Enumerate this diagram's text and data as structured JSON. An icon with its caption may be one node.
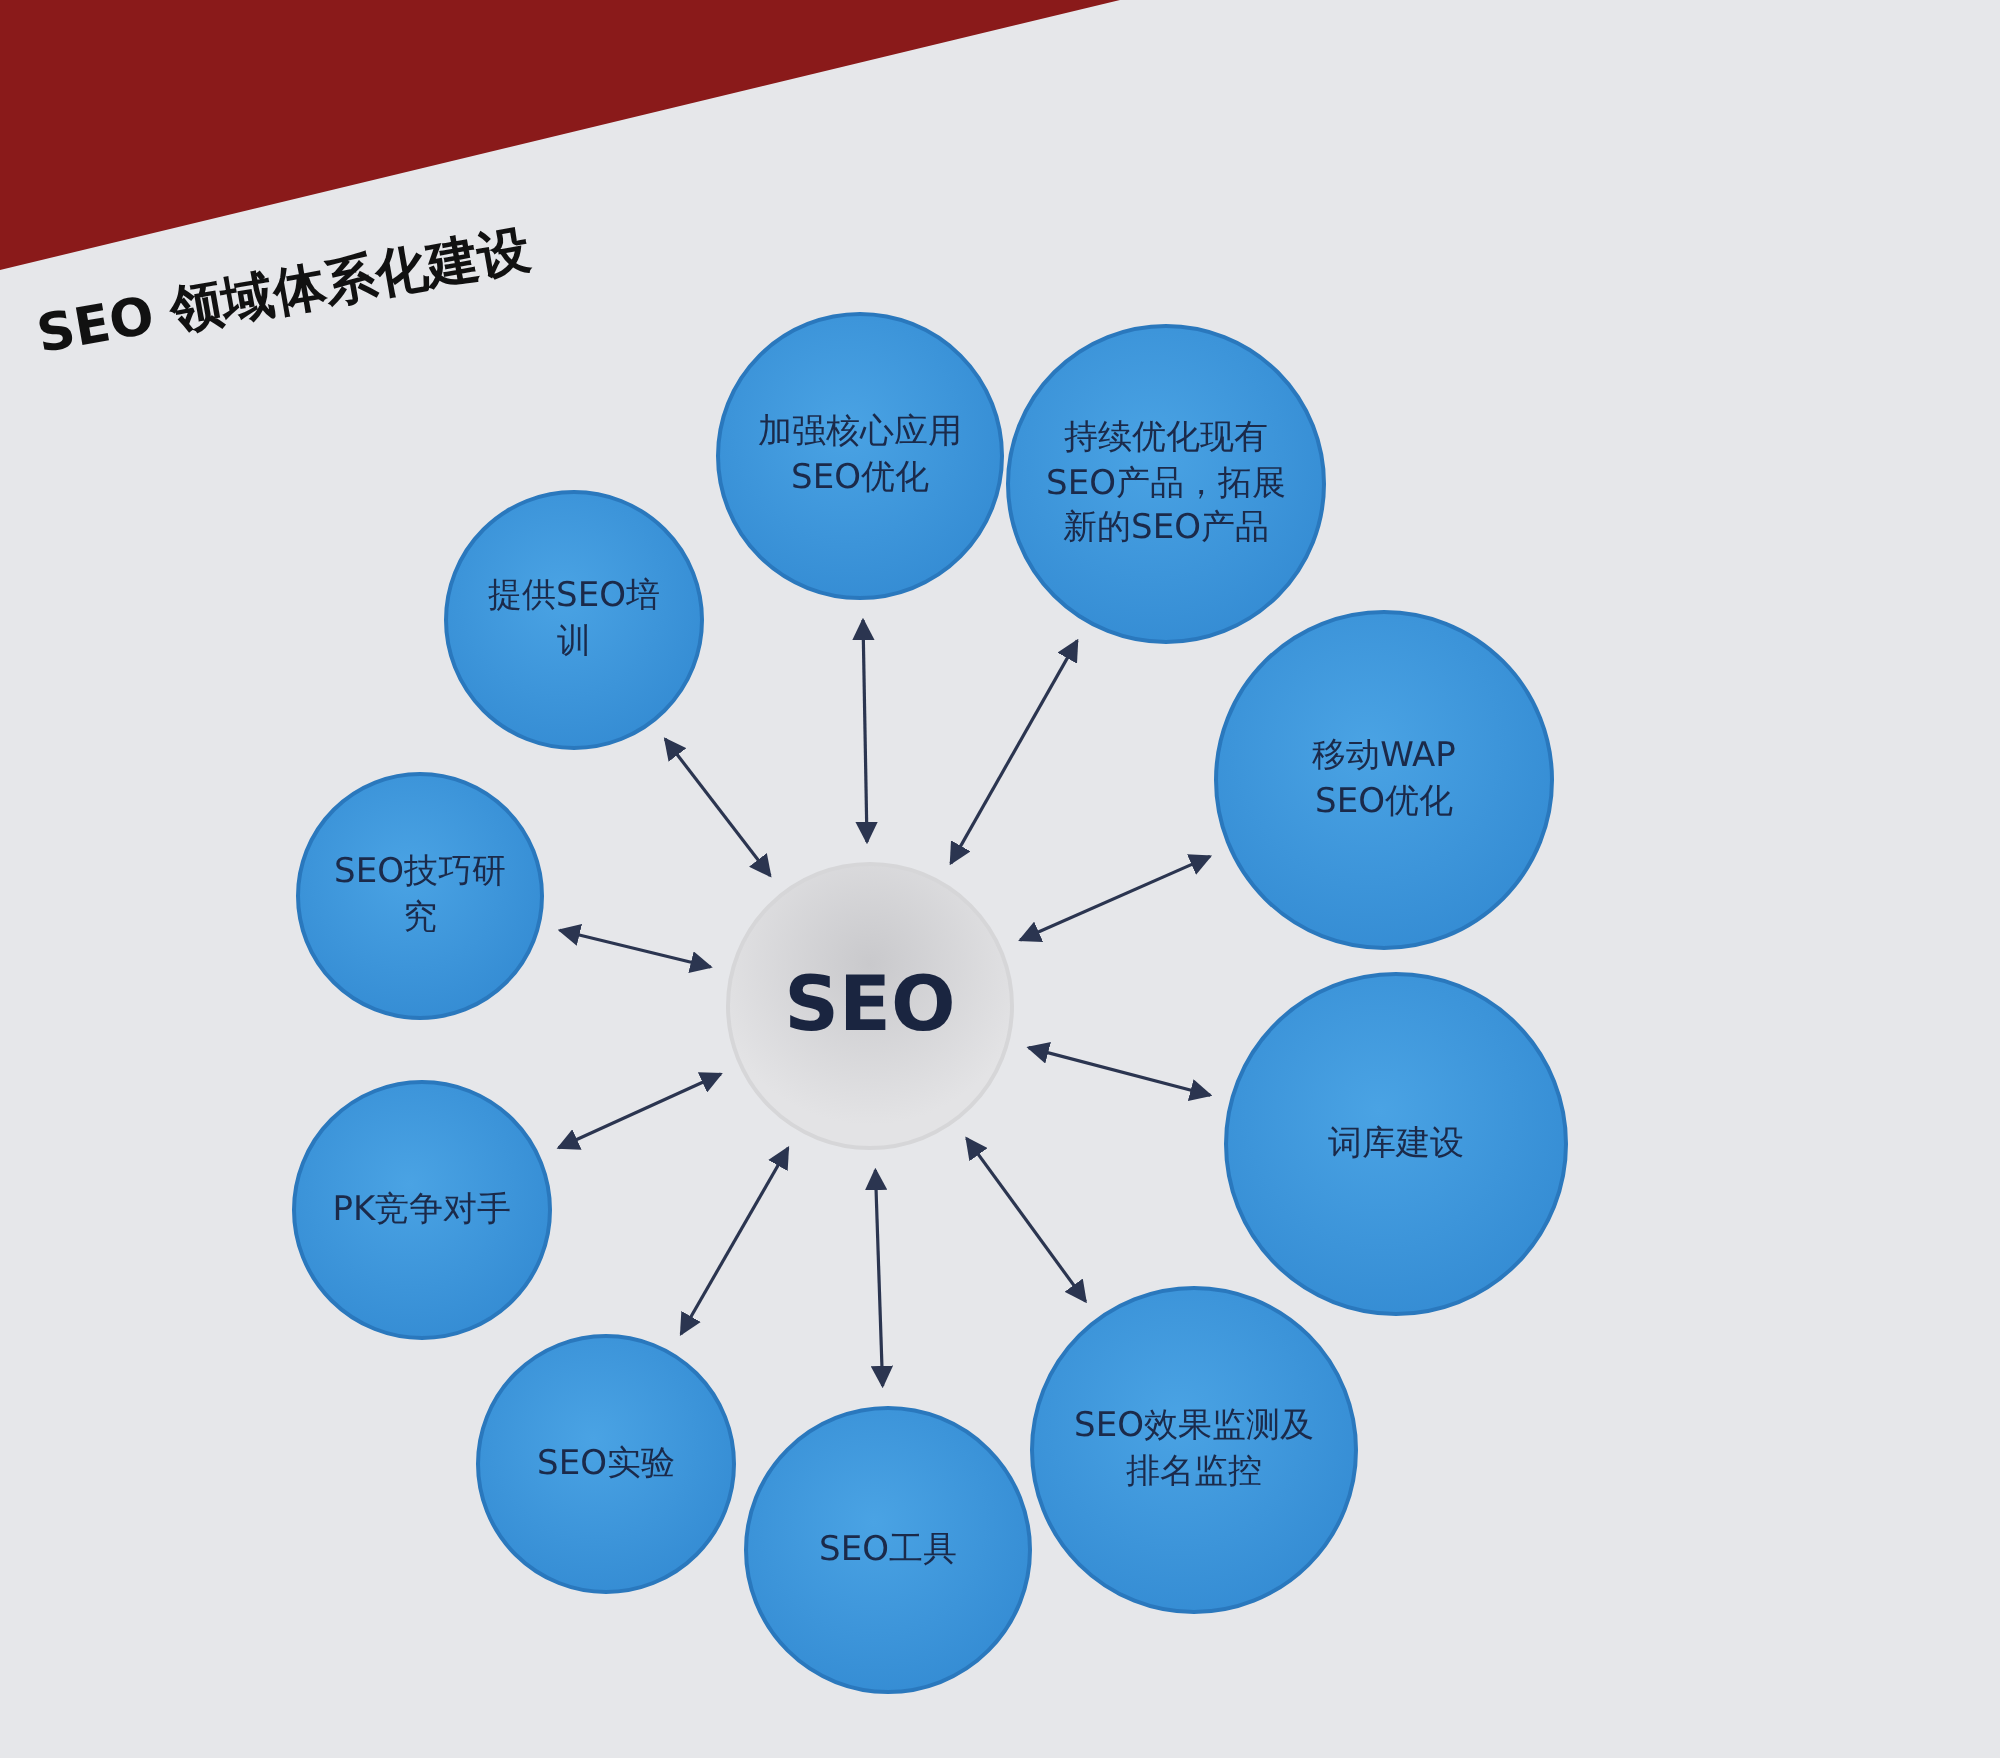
{
  "diagram": {
    "title": "SEO 领域体系化建设",
    "nodes": [
      {
        "text": [
          "SEO"
        ]
      },
      {
        "text": [
          "提供SEO培训"
        ]
      },
      {
        "text": [
          "加强核心应用SEO优化"
        ]
      },
      {
        "text": [
          "持续优化现有SEO产品，拓展新的SEO产品"
        ]
      },
      {
        "text": [
          "移动WAP SEO优化"
        ]
      },
      {
        "text": [
          "词库建设"
        ]
      },
      {
        "text": [
          "SEO效果监测及排名监控"
        ]
      },
      {
        "text": [
          "SEO工具"
        ]
      },
      {
        "text": [
          "SEO实验"
        ]
      },
      {
        "text": [
          "PK竞争对手"
        ]
      },
      {
        "text": [
          "SEO技巧研究"
        ]
      }
    ],
    "edges": [
      {
        "from": 0,
        "to": 1,
        "arrow": "both"
      },
      {
        "from": 0,
        "to": 2,
        "arrow": "both"
      },
      {
        "from": 0,
        "to": 3,
        "arrow": "both"
      },
      {
        "from": 0,
        "to": 4,
        "arrow": "both"
      },
      {
        "from": 0,
        "to": 5,
        "arrow": "both"
      },
      {
        "from": 0,
        "to": 6,
        "arrow": "both"
      },
      {
        "from": 0,
        "to": 7,
        "arrow": "both"
      },
      {
        "from": 0,
        "to": 8,
        "arrow": "both"
      },
      {
        "from": 0,
        "to": 9,
        "arrow": "both"
      },
      {
        "from": 0,
        "to": 10,
        "arrow": "both"
      }
    ]
  }
}
